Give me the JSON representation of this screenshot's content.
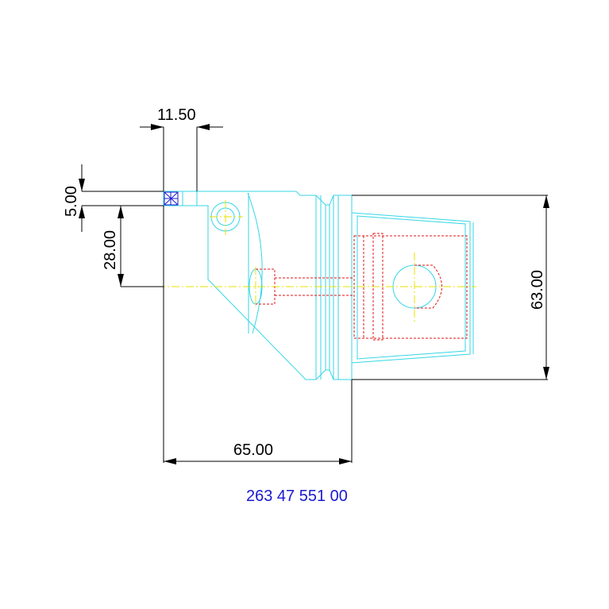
{
  "drawing": {
    "part_number": "263 47 551 00",
    "dimensions": {
      "top_offset": "11.50",
      "small_height": "5.00",
      "axis_offset": "28.00",
      "overall_height": "63.00",
      "overall_length": "65.00"
    },
    "colors": {
      "outline": "#35d6e6",
      "hidden_lines": "#e01414",
      "center_lines": "#e8e000",
      "dimensions": "#000000",
      "part_number": "#1a1ad0"
    }
  }
}
